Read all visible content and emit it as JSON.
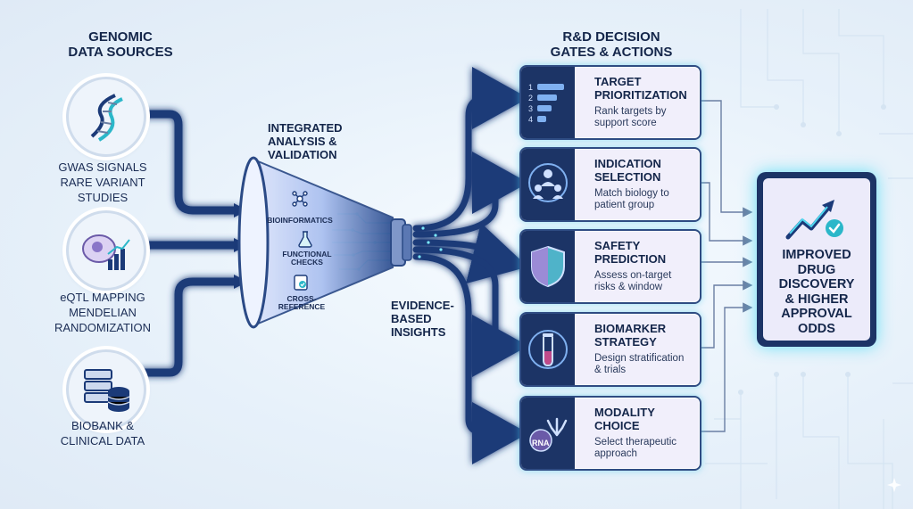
{
  "sources": {
    "title": "GENOMIC\nDATA SOURCES",
    "items": [
      {
        "icon": "dna-helix-icon",
        "lines": [
          "GWAS SIGNALS",
          "RARE VARIANT",
          "STUDIES"
        ]
      },
      {
        "icon": "cell-chart-icon",
        "lines": [
          "eQTL MAPPING",
          "MENDELIAN",
          "RANDOMIZATION"
        ]
      },
      {
        "icon": "server-database-icon",
        "lines": [
          "BIOBANK &",
          "CLINICAL DATA"
        ]
      }
    ]
  },
  "analysis": {
    "title": "INTEGRATED\nANALYSIS &\nVALIDATION",
    "steps": [
      "BIOINFORMATICS",
      "FUNCTIONAL\nCHECKS",
      "CROSS-\nREFERENCE"
    ],
    "output_label": "EVIDENCE-\nBASED\nINSIGHTS"
  },
  "decisions": {
    "title": "R&D DECISION\nGATES & ACTIONS",
    "items": [
      {
        "title": "TARGET\nPRIORITIZATION",
        "desc": "Rank targets by\nsupport score",
        "icon": "ranked-list-icon"
      },
      {
        "title": "INDICATION\nSELECTION",
        "desc": "Match biology to\npatient group",
        "icon": "patient-group-icon"
      },
      {
        "title": "SAFETY\nPREDICTION",
        "desc": "Assess on-target\nrisks & window",
        "icon": "shield-icon"
      },
      {
        "title": "BIOMARKER\nSTRATEGY",
        "desc": "Design stratification\n& trials",
        "icon": "test-tube-icon"
      },
      {
        "title": "MODALITY\nCHOICE",
        "desc": "Select therapeutic\napproach",
        "icon": "rna-antibody-icon"
      }
    ],
    "rna_text": "RNA"
  },
  "outcome": {
    "text": "IMPROVED\nDRUG\nDISCOVERY\n& HIGHER\nAPPROVAL\nODDS",
    "icon": "trend-up-check-icon"
  },
  "colors": {
    "navy": "#1c3466",
    "pipe": "#1b3a78",
    "glow": "#4fd8f0",
    "card_bg": "#f1effb"
  }
}
